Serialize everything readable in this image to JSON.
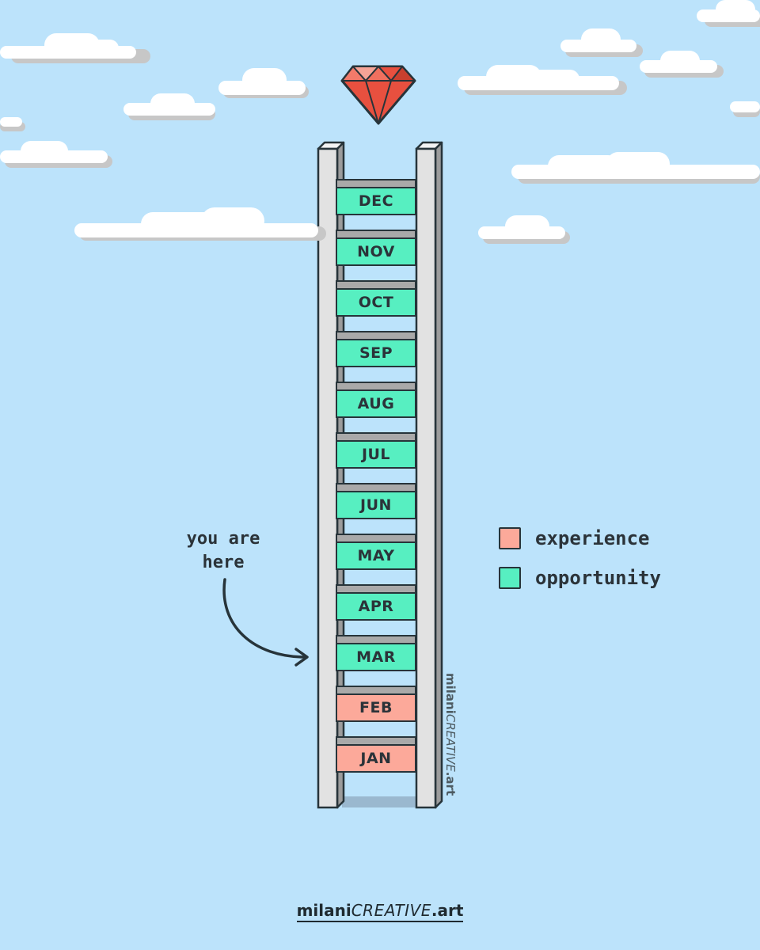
{
  "colors": {
    "sky": "#bce3fb",
    "experience": "#fca99a",
    "opportunity": "#57efc1",
    "gem": "#e8503f",
    "outline": "#27343a"
  },
  "ladder": {
    "rungs": [
      {
        "label": "DEC",
        "type": "opportunity"
      },
      {
        "label": "NOV",
        "type": "opportunity"
      },
      {
        "label": "OCT",
        "type": "opportunity"
      },
      {
        "label": "SEP",
        "type": "opportunity"
      },
      {
        "label": "AUG",
        "type": "opportunity"
      },
      {
        "label": "JUL",
        "type": "opportunity"
      },
      {
        "label": "JUN",
        "type": "opportunity"
      },
      {
        "label": "MAY",
        "type": "opportunity"
      },
      {
        "label": "APR",
        "type": "opportunity"
      },
      {
        "label": "MAR",
        "type": "opportunity"
      },
      {
        "label": "FEB",
        "type": "experience"
      },
      {
        "label": "JAN",
        "type": "experience"
      }
    ]
  },
  "legend": {
    "experience": "experience",
    "opportunity": "opportunity"
  },
  "annotation": {
    "line1": "you are",
    "line2": "here"
  },
  "credit": {
    "part1": "milani",
    "part2": "CREATIVE",
    "part3": ".art"
  },
  "icons": {
    "top": "gem-icon"
  }
}
